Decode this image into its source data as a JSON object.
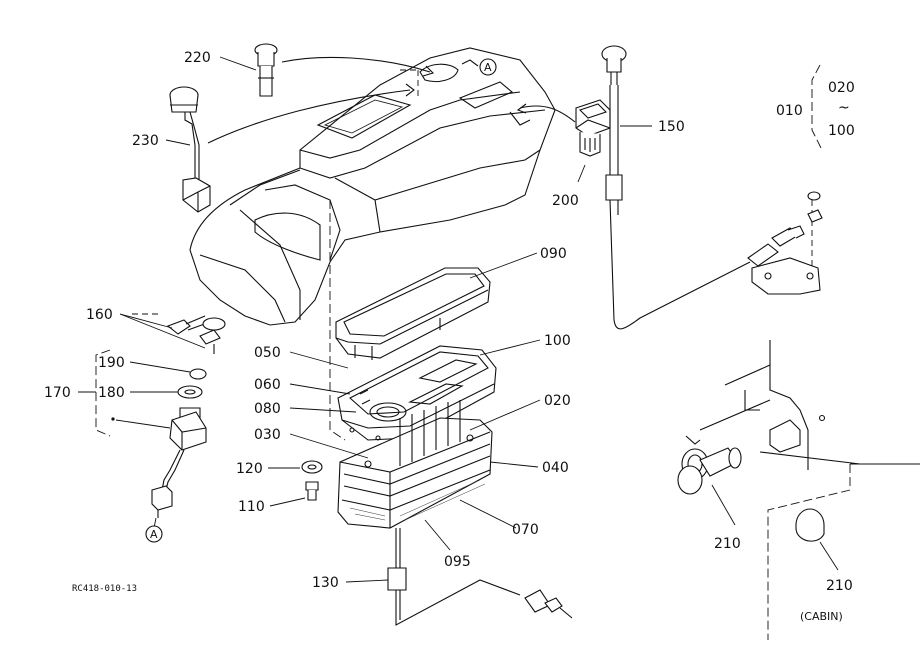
{
  "labels": {
    "p220": "220",
    "p230": "230",
    "p200": "200",
    "p150": "150",
    "p010": "010",
    "p020r": "020",
    "tilde": "~",
    "p100r": "100",
    "p090": "090",
    "p100": "100",
    "p050": "050",
    "p060": "060",
    "p080": "080",
    "p020": "020",
    "p030": "030",
    "p040": "040",
    "p120": "120",
    "p110": "110",
    "p070": "070",
    "p095": "095",
    "p130": "130",
    "p160": "160",
    "p190": "190",
    "p180": "180",
    "p170": "170",
    "p210a": "210",
    "p210b": "210",
    "markerA1": "A",
    "markerA2": "A"
  },
  "drawing_code": "RC418-010-13",
  "cabin_note": "(CABIN)"
}
